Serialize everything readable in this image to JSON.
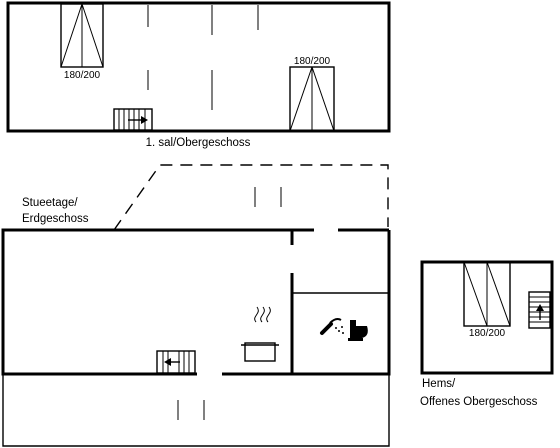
{
  "floors": {
    "upper": {
      "label": "1. sal/Obergeschoss"
    },
    "ground": {
      "label_line1": "Stueetage/",
      "label_line2": "Erdgeschoss"
    },
    "loft": {
      "label_line1": "Hems/",
      "label_line2": "Offenes Obergeschoss"
    }
  },
  "beds": {
    "upper_left": "180/200",
    "upper_right": "180/200",
    "loft": "180/200"
  },
  "icons": [
    "bed-icon",
    "staircase-icon",
    "arrow-icon",
    "cooking-pot-icon",
    "shower-icon",
    "toilet-icon"
  ]
}
